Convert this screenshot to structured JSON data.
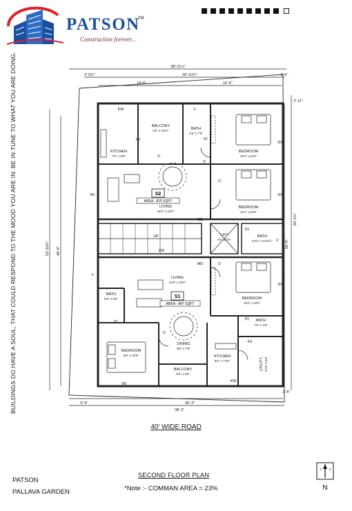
{
  "brand": {
    "name": "PATSON",
    "tm": "TM",
    "tagline": "Construction forever..."
  },
  "side_quote": "BUILDINGS DO HAVE A SOUL, THAT COULD RESPOND TO THE MOOD YOU ARE IN. BE IN TUNE TO WHAT YOU ARE DOING.",
  "road_label": "40' WIDE ROAD",
  "project": {
    "company": "PATSON",
    "site": "PALLAVA GARDEN"
  },
  "plan_title": "SECOND FLOOR PLAN",
  "note": "*Note :- COMMAN AREA = 23%",
  "compass": {
    "north": "N",
    "left_mark": "S",
    "right_mark": "E"
  },
  "plan": {
    "dims": {
      "top_overall": "38'-11½\"",
      "top_inner": "30'-10½\"",
      "top_left": "2'-5¾\"",
      "top_right": "2'-6\"",
      "top_seg1": "14'-6\"",
      "top_seg2": "16'-6\"",
      "left_overall": "52'-10½\"",
      "left_inner": "49'-9\"",
      "right_overall": "56'-1½\"",
      "right_inner": "50'-9\"",
      "right_top": "2'-11\"",
      "bottom_inner": "30'-3\"",
      "bottom_overall": "38'-3\"",
      "bottom_left": "5'-6\"",
      "bottom_right": "2'-5\""
    },
    "unit_s2": {
      "id": "S2",
      "area": "AREA - 815 SQFT"
    },
    "unit_s1": {
      "id": "S1",
      "area": "AREA - 847 SQFT"
    },
    "rooms": {
      "kw_top": "KW",
      "balcony_top": "BALCONY",
      "balcony_top_dim": "6'5\" x 5'4½\"",
      "bath_top": "BATH",
      "bath_top_dim": "4'6\" x 7'0\"",
      "kitchen_top": "KITCHEN",
      "kitchen_top_dim": "7'0\" x 8'0\"",
      "bedroom_top": "BEDROOM",
      "bedroom_top_dim": "11'0\" x 10'0\"",
      "bedroom_mid": "BEDROOM",
      "bedroom_mid_dim": "11'0\" x 10'0\"",
      "living_top": "LIVING",
      "living_top_dim": "16'0\" x 10'0\"",
      "md_top": "MD",
      "bath_mid": "BATH",
      "bath_mid_dim": "5'4½\" x 5'10½\"",
      "lift": "LIFT",
      "lift_dim": "4'0\" x 5'6\"",
      "stair_up": "UP",
      "stair_dn": "DN",
      "md_low": "MD",
      "living_low": "LIVING",
      "living_low_dim": "13'0\" x 10'0\"",
      "bath_left": "BATH",
      "bath_left_dim": "5'0\" x 8'0\"",
      "bedroom_low": "BEDROOM",
      "bedroom_low_dim": "11'0\" x 10'0\"",
      "bath_low": "BATH",
      "bath_low_dim": "7'0\" x 4'6\"",
      "dining": "DINING",
      "dining_dim": "8'6\" x 7'6\"",
      "bedroom_left": "BEDROOM",
      "bedroom_left_dim": "8'6\" x 10'6\"",
      "kitchen_low": "KITCHEN",
      "kitchen_low_dim": "8'0\" x 7'10\"",
      "balcony_low": "BALCONY",
      "balcony_low_dim": "9'0\" x 3'6\"",
      "kw_low": "KW",
      "utility": "UTILITY",
      "utility_dim": "3'10\" x 5'6\"",
      "w1": "W1",
      "v": "V",
      "d": "D",
      "d1": "D1",
      "fd": "FD"
    }
  }
}
